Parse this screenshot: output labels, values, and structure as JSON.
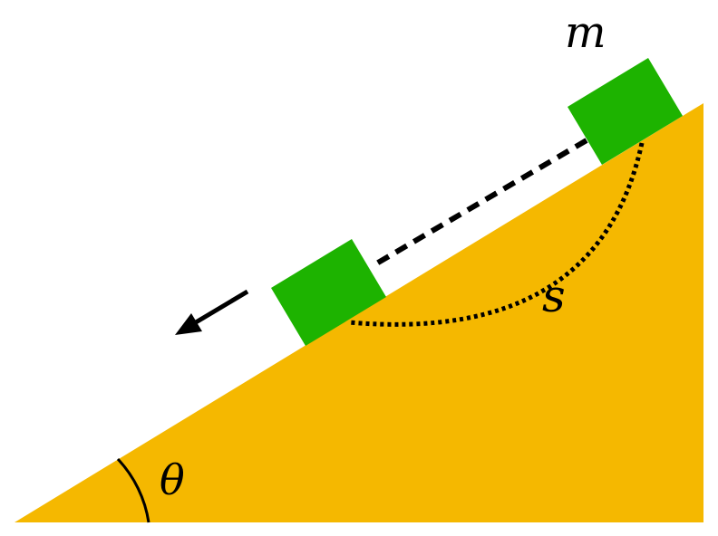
{
  "labels": {
    "mass": "m",
    "distance": "s",
    "angle": "θ"
  },
  "colors": {
    "incline": "#F5B800",
    "block": "#1DB300",
    "lines": "#000000",
    "background": "#FFFFFF"
  }
}
